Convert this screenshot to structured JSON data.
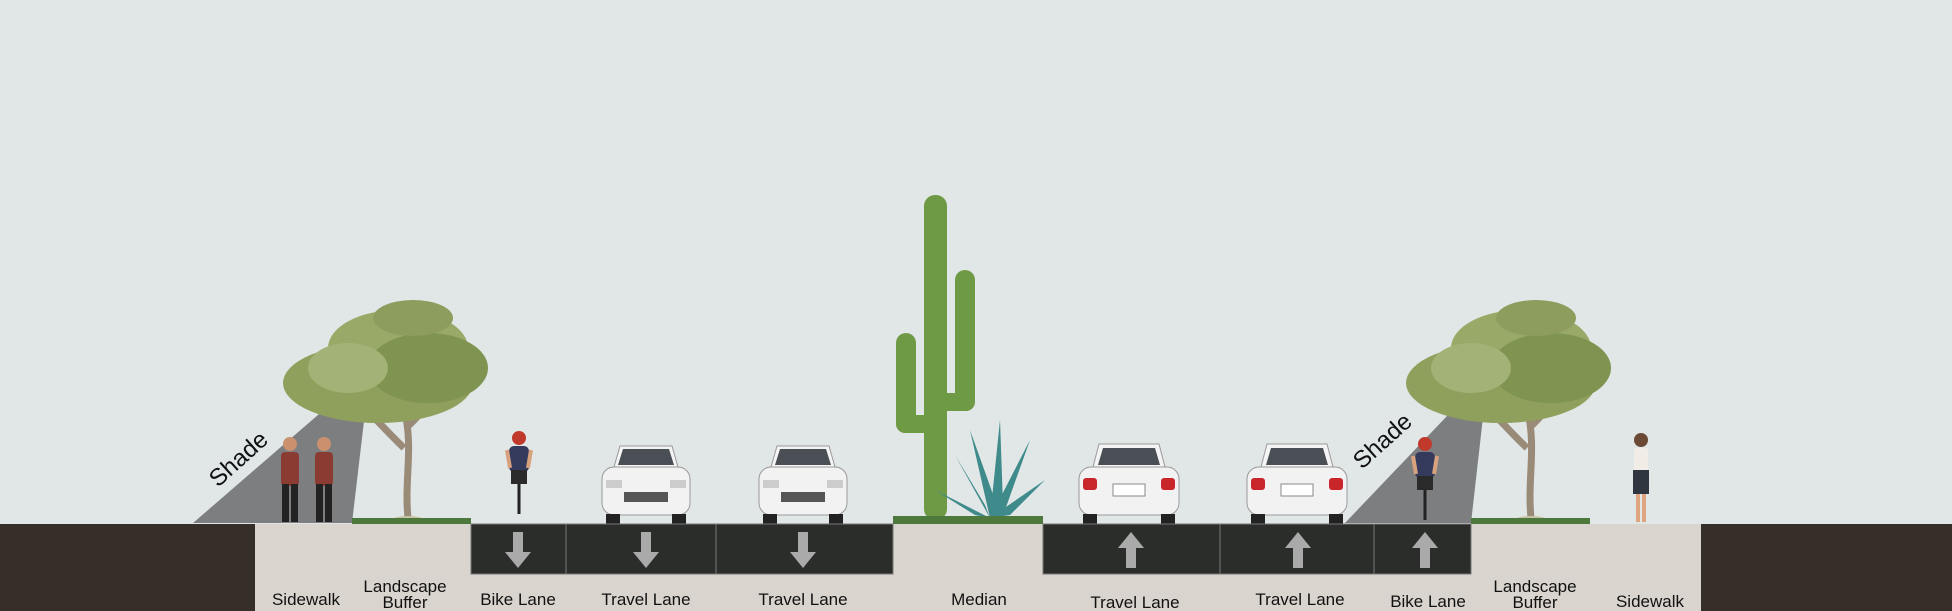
{
  "title": "Street cross-section",
  "annotations": {
    "shade_left": "Shade",
    "shade_right": "Shade"
  },
  "segments": [
    {
      "label": "Sidewalk"
    },
    {
      "label_line1": "Landscape",
      "label_line2": "Buffer"
    },
    {
      "label": "Bike Lane",
      "direction": "down"
    },
    {
      "label": "Travel Lane",
      "direction": "down"
    },
    {
      "label": "Travel Lane",
      "direction": "down"
    },
    {
      "label": "Median"
    },
    {
      "label": "Travel Lane",
      "direction": "up"
    },
    {
      "label": "Travel Lane",
      "direction": "up"
    },
    {
      "label": "Bike Lane",
      "direction": "up"
    },
    {
      "label_line1": "Landscape",
      "label_line2": "Buffer"
    },
    {
      "label": "Sidewalk"
    }
  ],
  "colors": {
    "sky": "#e1e6e6",
    "earth": "#352e29",
    "sidewalk": "#d9d4ce",
    "lane": "#2b2d2b",
    "arrow": "#a9aaa9",
    "grass": "#4d7a3c",
    "shade": "#7d7e80",
    "cactus": "#6f9a45"
  }
}
